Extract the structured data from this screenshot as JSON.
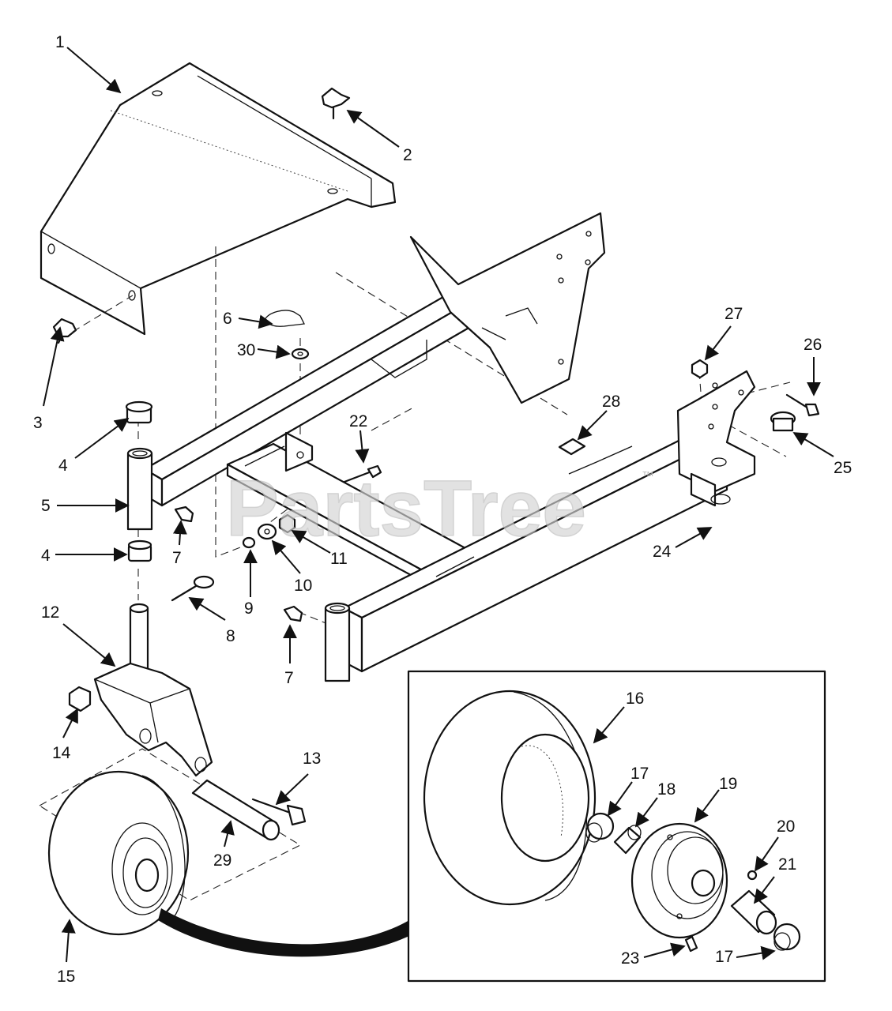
{
  "watermark": {
    "text": "PartsTree",
    "mark": "™"
  },
  "callouts": [
    {
      "label": "1"
    },
    {
      "label": "2"
    },
    {
      "label": "3"
    },
    {
      "label": "4"
    },
    {
      "label": "4"
    },
    {
      "label": "5"
    },
    {
      "label": "6"
    },
    {
      "label": "7"
    },
    {
      "label": "7"
    },
    {
      "label": "8"
    },
    {
      "label": "9"
    },
    {
      "label": "10"
    },
    {
      "label": "11"
    },
    {
      "label": "12"
    },
    {
      "label": "13"
    },
    {
      "label": "14"
    },
    {
      "label": "15"
    },
    {
      "label": "16"
    },
    {
      "label": "17"
    },
    {
      "label": "17"
    },
    {
      "label": "18"
    },
    {
      "label": "19"
    },
    {
      "label": "20"
    },
    {
      "label": "21"
    },
    {
      "label": "22"
    },
    {
      "label": "23"
    },
    {
      "label": "24"
    },
    {
      "label": "25"
    },
    {
      "label": "26"
    },
    {
      "label": "27"
    },
    {
      "label": "28"
    },
    {
      "label": "29"
    },
    {
      "label": "30"
    }
  ]
}
